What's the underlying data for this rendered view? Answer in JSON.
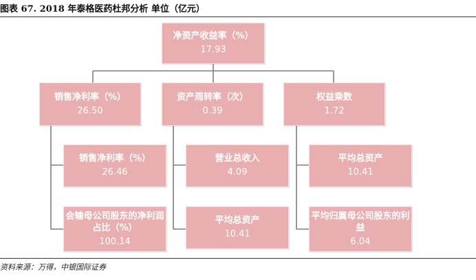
{
  "title": "图表 67. 2018 年泰格医药杜邦分析  单位（亿元）",
  "source": "资料来源：万得，中银国际证券",
  "nodes": {
    "roe": {
      "label": "净资产收益率（%）",
      "value": "17.93"
    },
    "net_margin": {
      "label": "销售净利率（%）",
      "value": "26.50"
    },
    "asset_turnover": {
      "label": "资产周转率（次）",
      "value": "0.39"
    },
    "equity_multiplier": {
      "label": "权益乘数",
      "value": "1.72"
    },
    "net_margin_sub": {
      "label": "销售净利率（%）",
      "value": "26.46"
    },
    "parent_share": {
      "label": "会输母公司股东的净利润占比（%）",
      "value": "100.14"
    },
    "total_revenue": {
      "label": "营业总收入",
      "value": "4.09"
    },
    "avg_total_assets": {
      "label": "平均总资产",
      "value": "10.41"
    },
    "avg_total_assets_2": {
      "label": "平均总资产",
      "value": "10.41"
    },
    "avg_parent_equity": {
      "label": "平均归属母公司股东的利益",
      "value": "6.04"
    }
  },
  "colors": {
    "box_fill": "#e9aeb0",
    "box_text": "#ffffff",
    "connector": "#7f7f7f"
  }
}
